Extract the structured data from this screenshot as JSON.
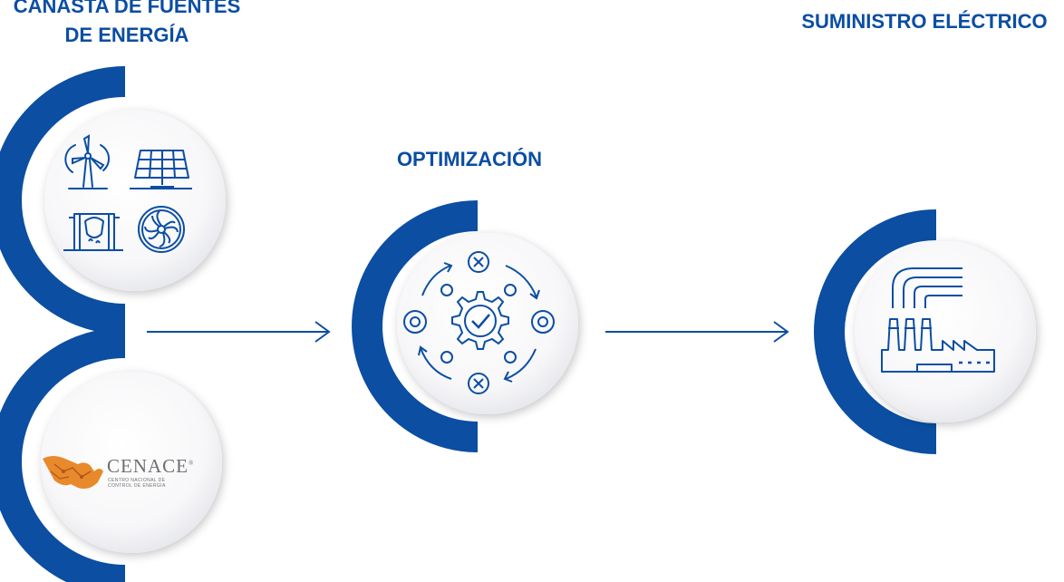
{
  "stages": {
    "sources": {
      "title": "CANASTA DE FUENTES DE ENERGÍA"
    },
    "optimization": {
      "title": "OPTIMIZACIÓN"
    },
    "supply": {
      "title": "SUMINISTRO ELÉCTRICO"
    }
  },
  "cenace": {
    "name": "CENACE",
    "registered": "®",
    "subtitle": "CENTRO NACIONAL DE CONTROL DE ENERGÍA"
  },
  "icons": [
    "wind-turbine-icon",
    "solar-panel-icon",
    "hydro-dam-icon",
    "turbine-fan-icon",
    "cenace-logo",
    "optimization-gear-icon",
    "factory-icon",
    "arrow-right-icon"
  ],
  "colors": {
    "accent": "#0b4ea2",
    "text": "#0b4ea2",
    "logo_orange": "#e8892b",
    "logo_gray": "#6d6e71"
  }
}
